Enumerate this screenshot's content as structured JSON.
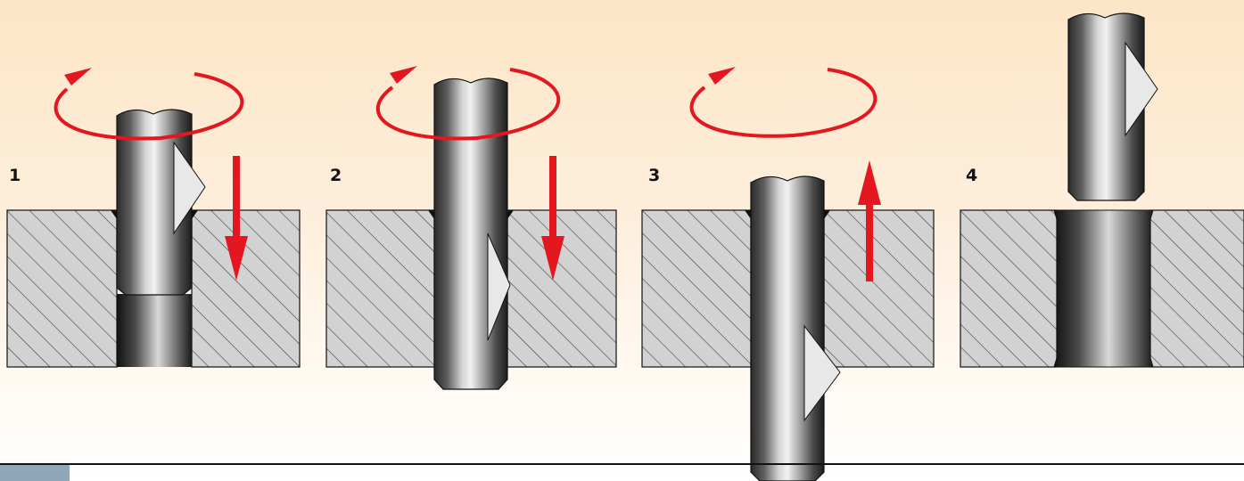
{
  "steps": [
    {
      "label": "1",
      "rotation": true,
      "direction": "down"
    },
    {
      "label": "2",
      "rotation": true,
      "direction": "down"
    },
    {
      "label": "3",
      "rotation": false,
      "direction": "up"
    },
    {
      "label": "4",
      "rotation": false,
      "direction": "none"
    }
  ],
  "colors": {
    "arrow": "#e4161f",
    "hatch": "#333333",
    "block": "#cfcfcf",
    "outline": "#111111",
    "background_top": "#fde6c6"
  }
}
